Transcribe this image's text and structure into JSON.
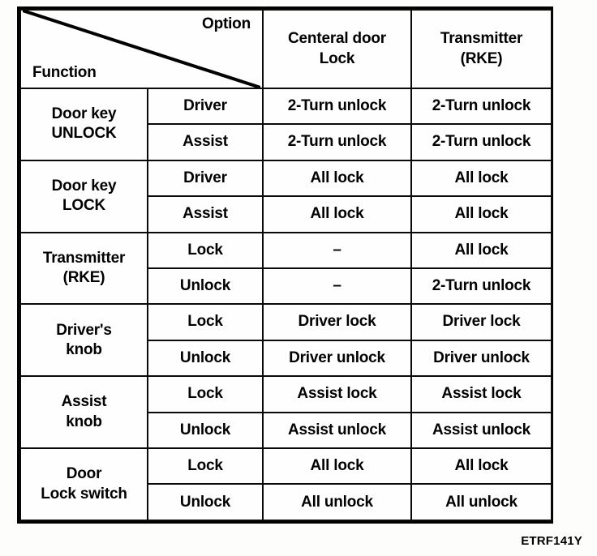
{
  "document": {
    "caption": "ETRF141Y"
  },
  "table": {
    "corner": {
      "option_label": "Option",
      "function_label": "Function"
    },
    "column_headers": [
      {
        "line1": "Centeral door",
        "line2": "Lock"
      },
      {
        "line1": "Transmitter",
        "line2": "(RKE)"
      }
    ],
    "rows": [
      {
        "function_line1": "Door key",
        "function_line2": "UNLOCK",
        "options": [
          {
            "option": "Driver",
            "central_door_lock": "2-Turn unlock",
            "transmitter_rke": "2-Turn unlock"
          },
          {
            "option": "Assist",
            "central_door_lock": "2-Turn unlock",
            "transmitter_rke": "2-Turn unlock"
          }
        ]
      },
      {
        "function_line1": "Door key",
        "function_line2": "LOCK",
        "options": [
          {
            "option": "Driver",
            "central_door_lock": "All lock",
            "transmitter_rke": "All lock"
          },
          {
            "option": "Assist",
            "central_door_lock": "All lock",
            "transmitter_rke": "All lock"
          }
        ]
      },
      {
        "function_line1": "Transmitter",
        "function_line2": "(RKE)",
        "options": [
          {
            "option": "Lock",
            "central_door_lock": "–",
            "transmitter_rke": "All lock"
          },
          {
            "option": "Unlock",
            "central_door_lock": "–",
            "transmitter_rke": "2-Turn unlock"
          }
        ]
      },
      {
        "function_line1": "Driver's",
        "function_line2": "knob",
        "options": [
          {
            "option": "Lock",
            "central_door_lock": "Driver lock",
            "transmitter_rke": "Driver lock"
          },
          {
            "option": "Unlock",
            "central_door_lock": "Driver unlock",
            "transmitter_rke": "Driver unlock"
          }
        ]
      },
      {
        "function_line1": "Assist",
        "function_line2": "knob",
        "options": [
          {
            "option": "Lock",
            "central_door_lock": "Assist lock",
            "transmitter_rke": "Assist lock"
          },
          {
            "option": "Unlock",
            "central_door_lock": "Assist unlock",
            "transmitter_rke": "Assist unlock"
          }
        ]
      },
      {
        "function_line1": "Door",
        "function_line2": "Lock switch",
        "options": [
          {
            "option": "Lock",
            "central_door_lock": "All lock",
            "transmitter_rke": "All lock"
          },
          {
            "option": "Unlock",
            "central_door_lock": "All unlock",
            "transmitter_rke": "All unlock"
          }
        ]
      }
    ]
  },
  "colors": {
    "ink": "#000000",
    "paper": "#fdfdfb"
  }
}
